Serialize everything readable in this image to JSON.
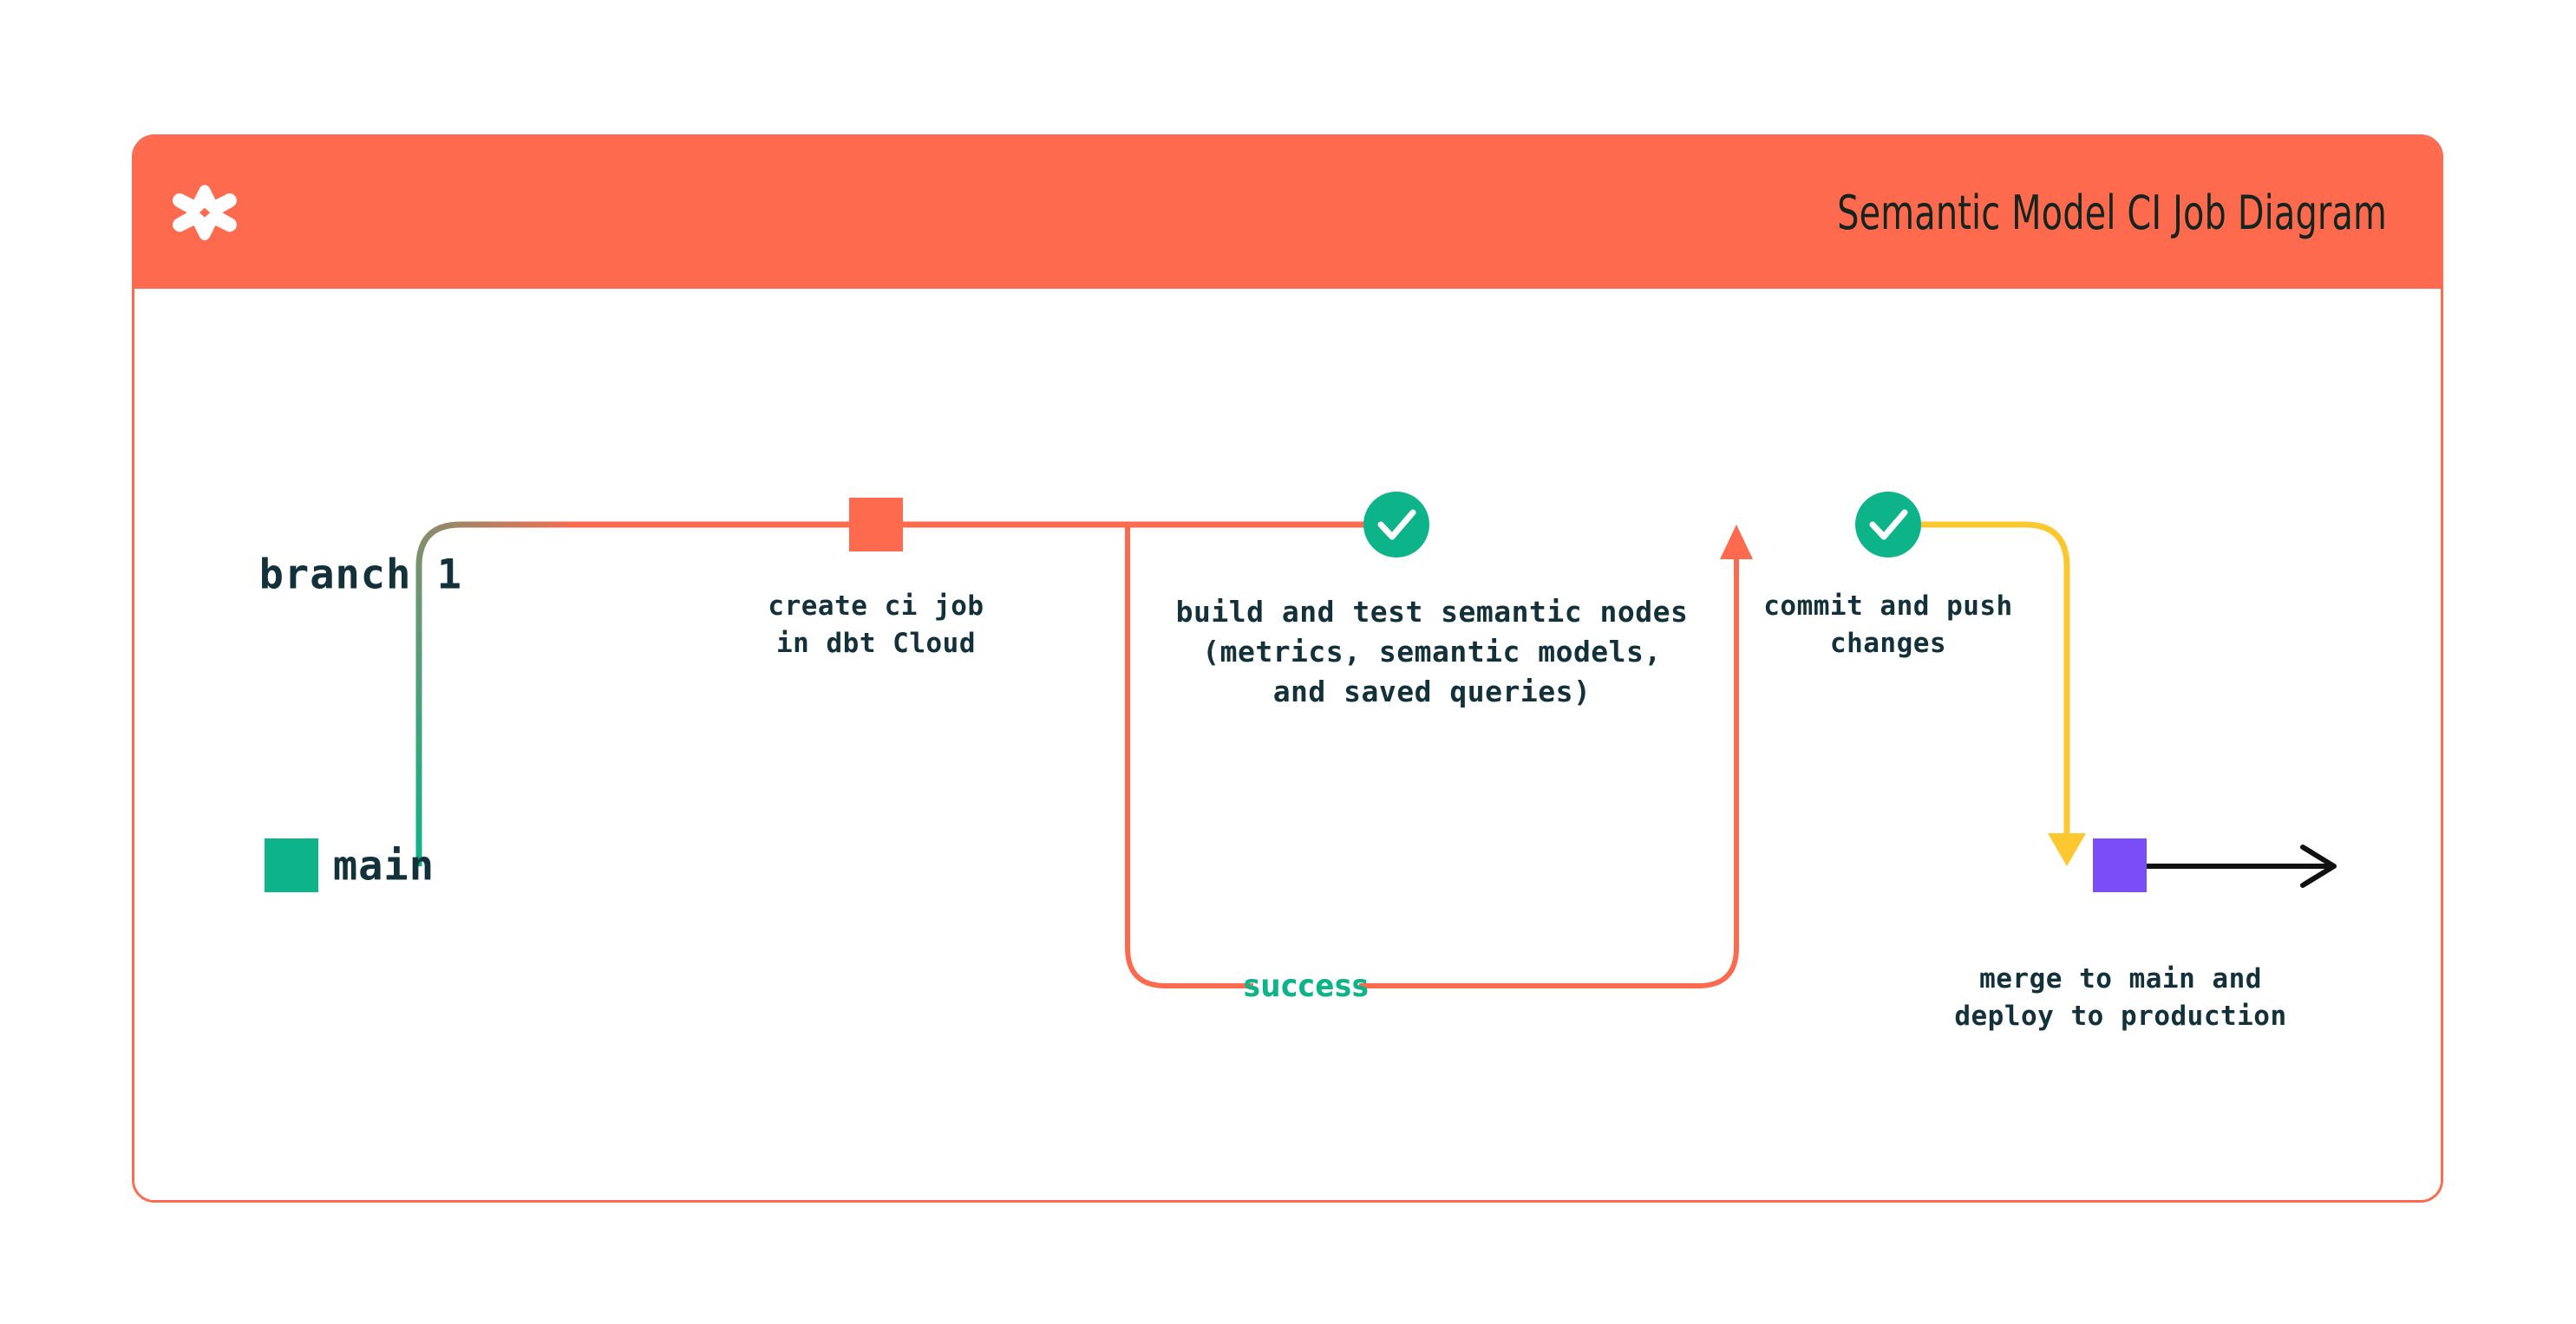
{
  "header": {
    "title": "Semantic Model CI Job Diagram",
    "logo_icon": "dbt-logo-icon",
    "background_color": "#FD6A4E"
  },
  "colors": {
    "orange": "#FD6A4E",
    "green": "#0DB389",
    "yellow": "#FDC82F",
    "purple": "#7B4DF9",
    "ink": "#12313A",
    "black": "#111111"
  },
  "diagram": {
    "type": "git-branch-flow",
    "lanes": [
      {
        "id": "branch-1",
        "label": "branch 1",
        "color": "#FD6A4E"
      },
      {
        "id": "main",
        "label": "main",
        "color": "#0DB389"
      }
    ],
    "nodes": [
      {
        "id": "create-ci-job",
        "shape": "square",
        "color": "#FD6A4E",
        "lane": "branch-1",
        "caption": "create ci job\nin dbt Cloud"
      },
      {
        "id": "build-and-test",
        "shape": "circle-check",
        "color": "#0DB389",
        "icon": "check-icon",
        "lane": "branch-1",
        "caption": "build and test semantic nodes\n(metrics, semantic models,\nand saved queries)"
      },
      {
        "id": "commit-and-push",
        "shape": "circle-check",
        "color": "#0DB389",
        "icon": "check-icon",
        "lane": "branch-1",
        "caption": "commit and push\nchanges"
      },
      {
        "id": "merge-to-main",
        "shape": "square",
        "color": "#7B4DF9",
        "lane": "main",
        "caption": "merge to main and\ndeploy to production"
      },
      {
        "id": "main-start",
        "shape": "square",
        "color": "#0DB389",
        "lane": "main",
        "caption": ""
      }
    ],
    "edges": [
      {
        "id": "loop-retry",
        "label": "success",
        "label_color": "#0DB389",
        "color": "#FD6A4E",
        "style": "rounded-loop-with-arrow"
      },
      {
        "id": "merge-down",
        "label": "",
        "color": "#FDC82F",
        "style": "arrow-down"
      },
      {
        "id": "main-continue",
        "label": "",
        "color": "#111111",
        "style": "arrow-right"
      }
    ]
  },
  "labels": {
    "branch_1": "branch 1",
    "main": "main",
    "create_ci_job_l1": "create ci job",
    "create_ci_job_l2": "in dbt Cloud",
    "build_test_l1": "build and test semantic nodes",
    "build_test_l2": "(metrics, semantic models,",
    "build_test_l3": "and saved queries)",
    "success": "success",
    "commit_push_l1": "commit and push",
    "commit_push_l2": "changes",
    "merge_l1": "merge to main and",
    "merge_l2": "deploy to production"
  }
}
